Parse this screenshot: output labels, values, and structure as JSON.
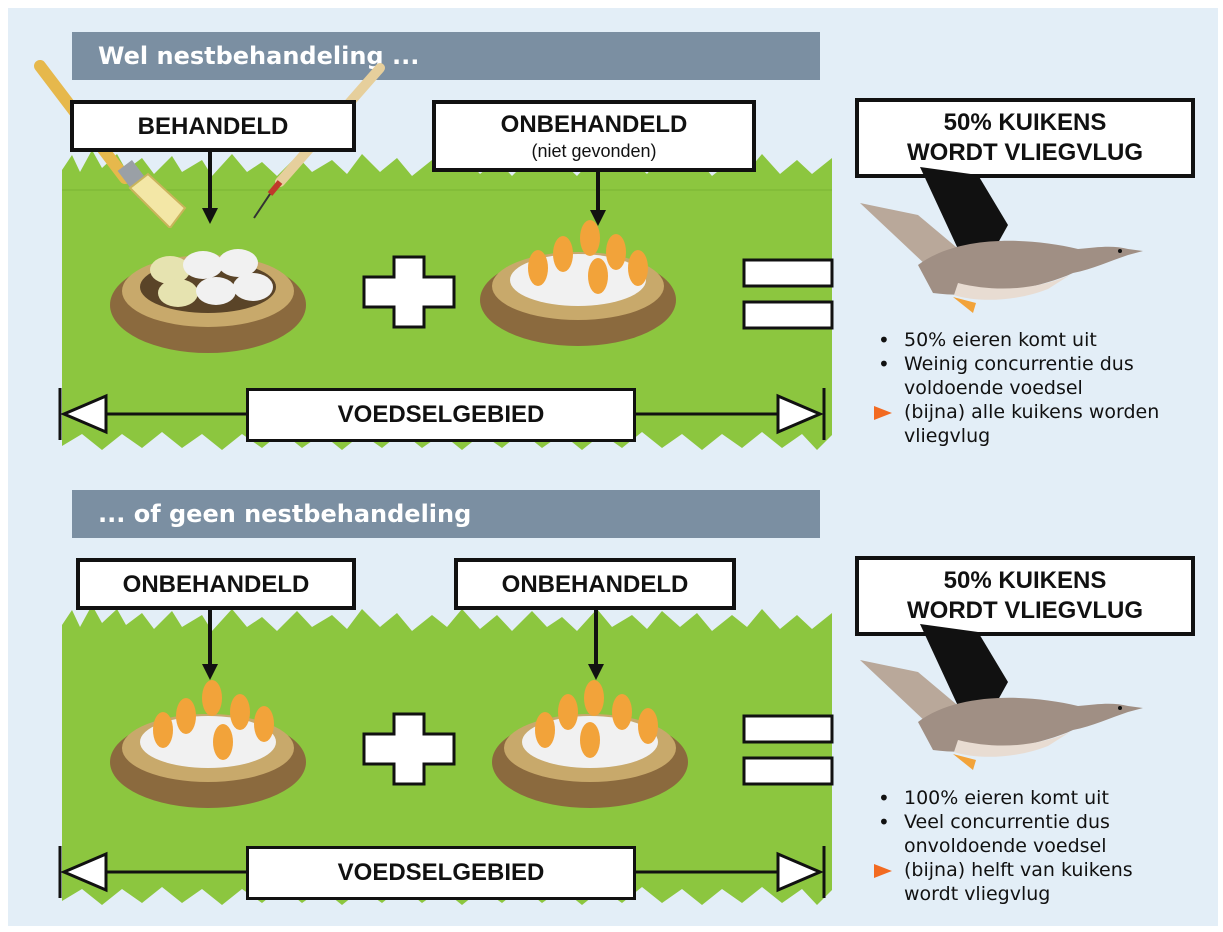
{
  "colors": {
    "header_bg": "#7b8fa2",
    "grass": "#8cc63f",
    "grass_dark": "#6aa52e",
    "accent_arrow": "#f26a21",
    "background": "#e3eef7"
  },
  "top": {
    "header": "Wel nestbehandeling ...",
    "nest_left_label": "BEHANDELD",
    "nest_right_label": "ONBEHANDELD",
    "nest_right_sublabel": "(niet gevonden)",
    "area_label": "VOEDSELGEBIED",
    "result_line1": "50% KUIKENS",
    "result_line2": "WORDT VLIEGVLUG",
    "bullets": [
      "50% eieren komt uit",
      "Weinig concurrentie dus voldoende voedsel",
      "(bijna) alle kuikens worden vliegvlug"
    ]
  },
  "bottom": {
    "header": "... of geen nestbehandeling",
    "nest_left_label": "ONBEHANDELD",
    "nest_right_label": "ONBEHANDELD",
    "area_label": "VOEDSELGEBIED",
    "result_line1": "50% KUIKENS",
    "result_line2": "WORDT VLIEGVLUG",
    "bullets": [
      "100% eieren komt uit",
      "Veel concurrentie dus onvoldoende voedsel",
      "(bijna) helft van kuikens wordt vliegvlug"
    ]
  },
  "icons": [
    "paintbrush-icon",
    "injection-needle-icon",
    "nest-with-eggs-icon",
    "nest-with-chicks-icon",
    "plus-icon",
    "equals-icon",
    "goose-icon",
    "double-arrow-icon"
  ]
}
